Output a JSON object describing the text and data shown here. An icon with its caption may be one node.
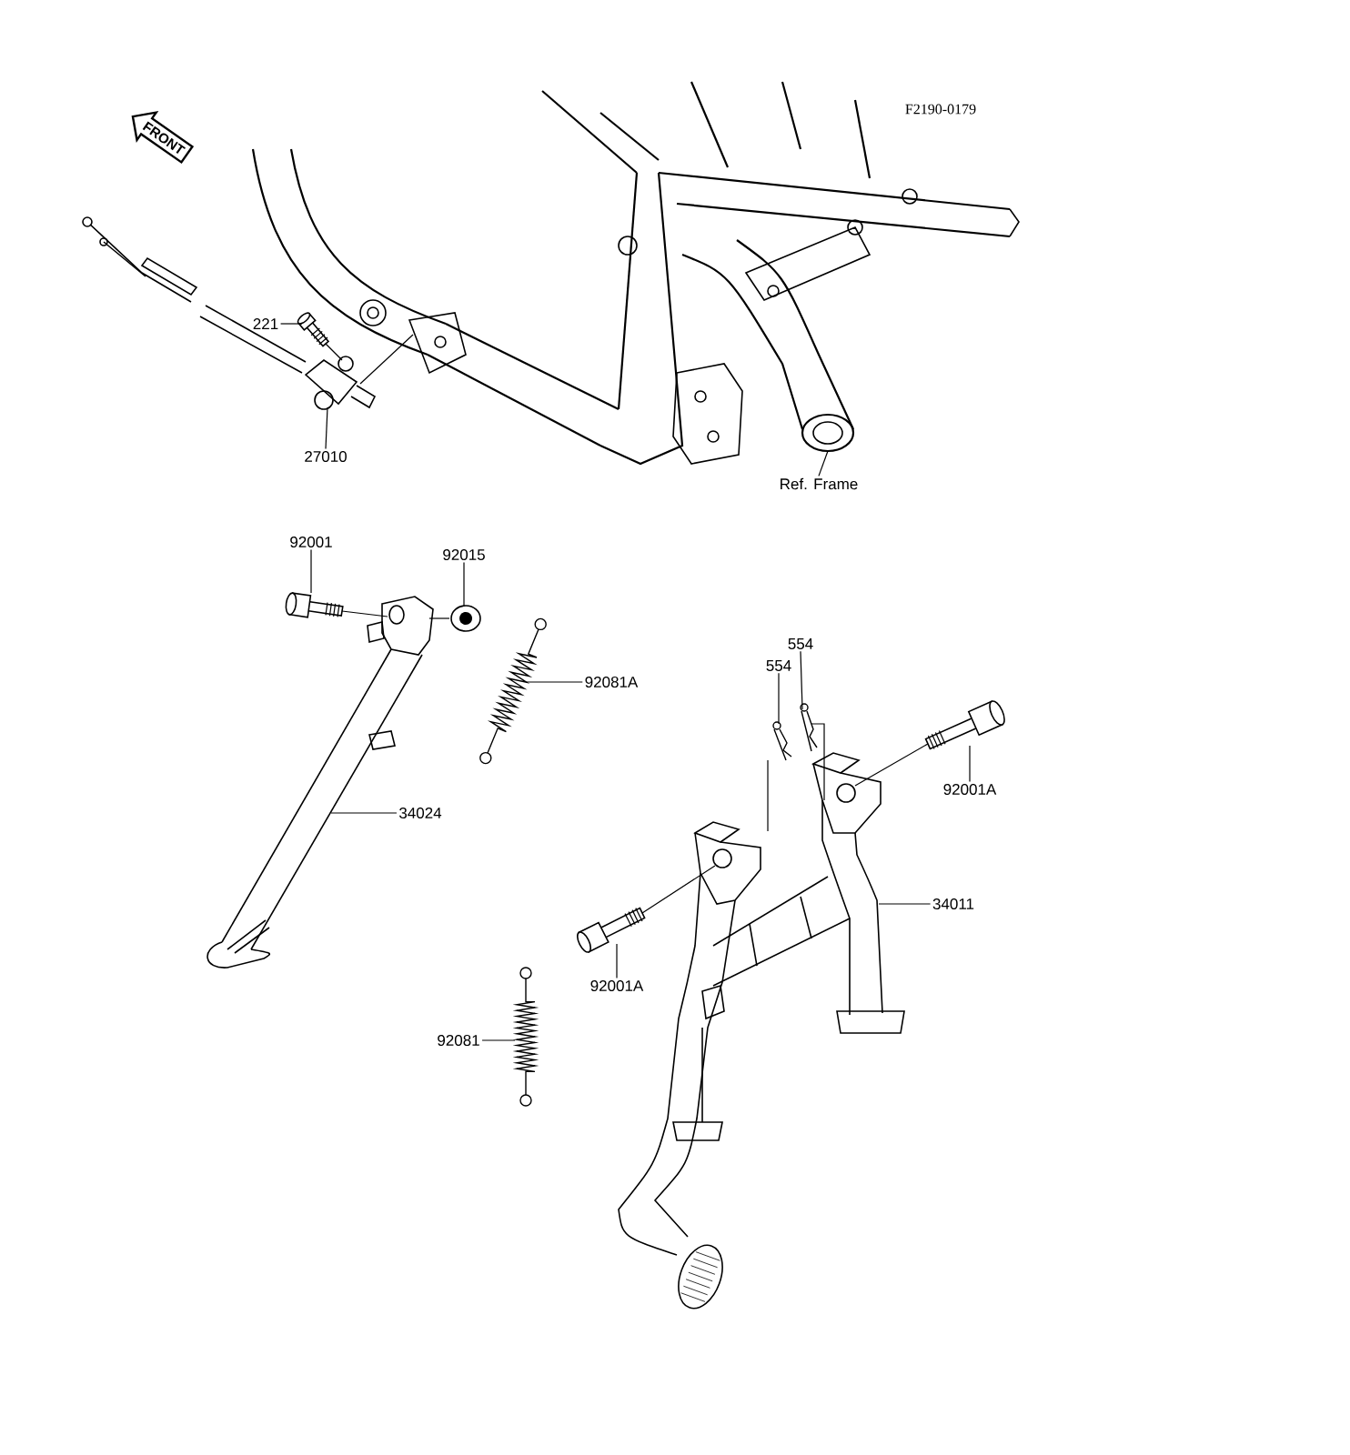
{
  "diagram": {
    "nodes": [
      {
        "text": [
          "FRONT"
        ]
      },
      {
        "text": [
          "221"
        ]
      },
      {
        "text": [
          "27010"
        ]
      },
      {
        "text": [
          "Ref. Frame"
        ]
      },
      {
        "text": [
          "92001"
        ]
      },
      {
        "text": [
          "92015"
        ]
      },
      {
        "text": [
          "92081A"
        ]
      },
      {
        "text": [
          "34024"
        ]
      },
      {
        "text": [
          "554"
        ]
      },
      {
        "text": [
          "554"
        ]
      },
      {
        "text": [
          "92001A"
        ]
      },
      {
        "text": [
          "34011"
        ]
      },
      {
        "text": [
          "92001A"
        ]
      },
      {
        "text": [
          "92081"
        ]
      },
      {
        "text": [],
        "shape": "picture"
      },
      {
        "text": [],
        "shape": "picture"
      },
      {
        "text": [],
        "shape": "picture"
      },
      {
        "text": [],
        "shape": "picture"
      },
      {
        "text": [],
        "shape": "picture"
      },
      {
        "text": [],
        "shape": "picture"
      },
      {
        "text": [],
        "shape": "picture"
      },
      {
        "text": [],
        "shape": "picture"
      },
      {
        "text": [],
        "shape": "picture"
      },
      {
        "text": [],
        "shape": "picture"
      },
      {
        "text": [],
        "shape": "picture"
      },
      {
        "text": [],
        "shape": "picture"
      },
      {
        "text": [],
        "shape": "picture"
      }
    ],
    "edges": [
      {
        "from": 1,
        "to": 14,
        "arrow": "none"
      },
      {
        "from": 2,
        "to": 15,
        "arrow": "none"
      },
      {
        "from": 3,
        "to": 16,
        "arrow": "none"
      },
      {
        "from": 4,
        "to": 17,
        "arrow": "none"
      },
      {
        "from": 5,
        "to": 18,
        "arrow": "none"
      },
      {
        "from": 6,
        "to": 19,
        "arrow": "none"
      },
      {
        "from": 7,
        "to": 20,
        "arrow": "none"
      },
      {
        "from": 8,
        "to": 22,
        "arrow": "none"
      },
      {
        "from": 9,
        "to": 21,
        "arrow": "none"
      },
      {
        "from": 10,
        "to": 23,
        "arrow": "none"
      },
      {
        "from": 11,
        "to": 24,
        "arrow": "none"
      },
      {
        "from": 12,
        "to": 25,
        "arrow": "none"
      },
      {
        "from": 13,
        "to": 26,
        "arrow": "none"
      },
      {
        "from": 14,
        "to": 15,
        "arrow": "none"
      },
      {
        "from": 15,
        "to": 16,
        "arrow": "none"
      },
      {
        "from": 17,
        "to": 20,
        "arrow": "none"
      },
      {
        "from": 18,
        "to": 20,
        "arrow": "none"
      },
      {
        "from": 21,
        "to": 24,
        "arrow": "none"
      },
      {
        "from": 22,
        "to": 24,
        "arrow": "none"
      },
      {
        "from": 23,
        "to": 24,
        "arrow": "none"
      },
      {
        "from": 25,
        "to": 24,
        "arrow": "none"
      }
    ],
    "labels": [
      "F2190-0179"
    ]
  }
}
